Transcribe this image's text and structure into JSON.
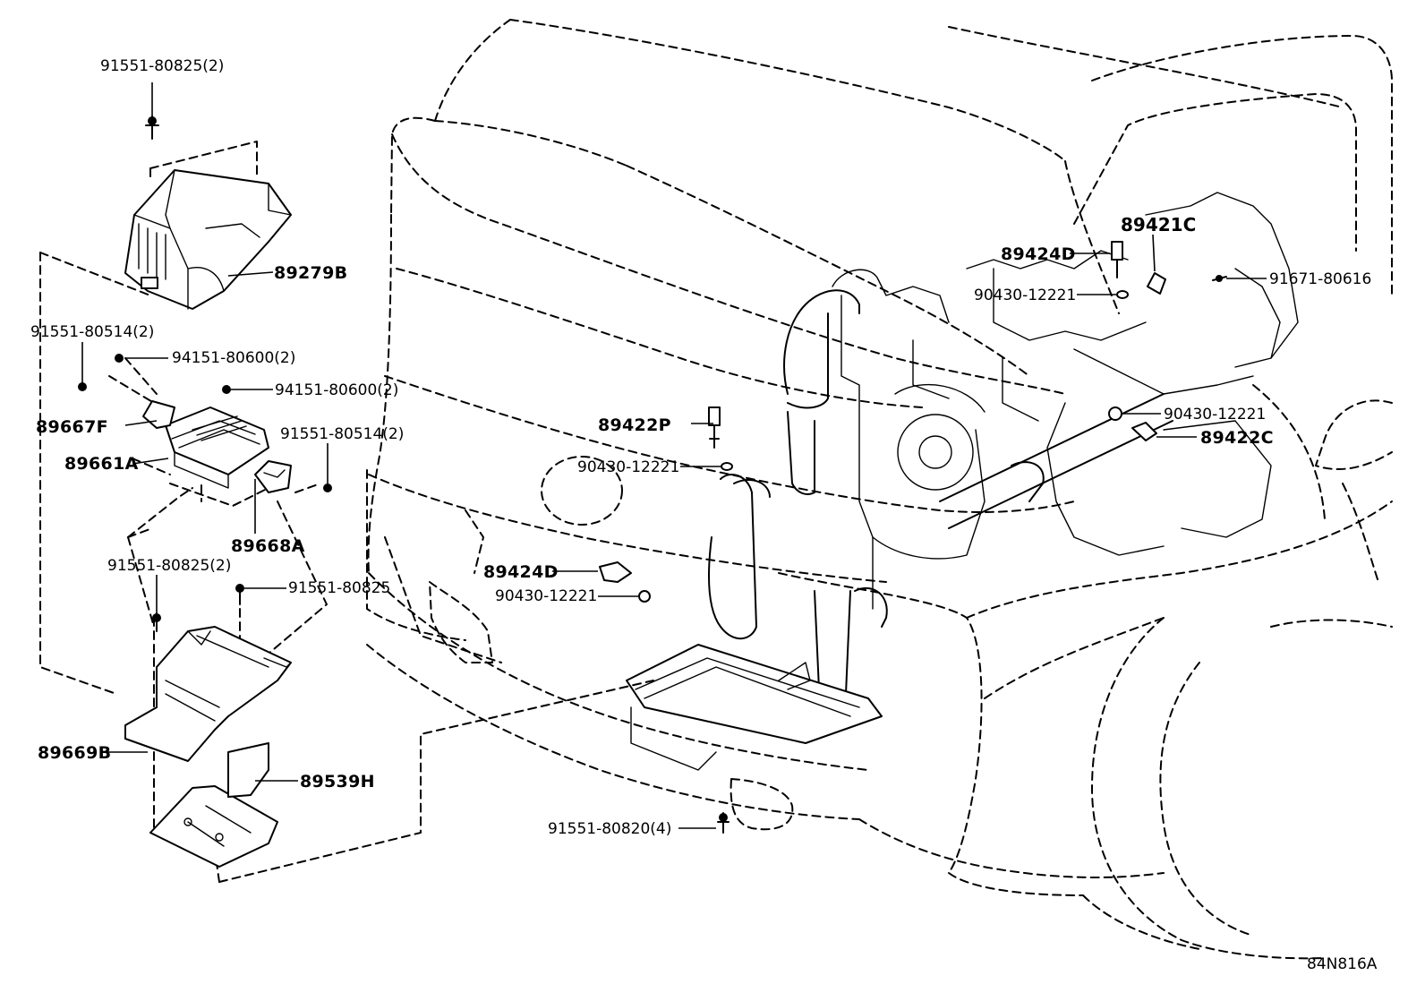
{
  "diagram_id": "84N816A",
  "callouts": {
    "c_91551_80825_2_top": "91551-80825(2)",
    "c_89279B": "89279B",
    "c_91551_80514_2_left": "91551-80514(2)",
    "c_94151_80600_2_a": "94151-80600(2)",
    "c_94151_80600_2_b": "94151-80600(2)",
    "c_89667F": "89667F",
    "c_91551_80514_2_right": "91551-80514(2)",
    "c_89661A": "89661A",
    "c_89668A": "89668A",
    "c_91551_80825_2_mid": "91551-80825(2)",
    "c_91551_80825": "91551-80825",
    "c_89669B": "89669B",
    "c_89539H": "89539H",
    "c_89422P": "89422P",
    "c_90430_12221_a": "90430-12221",
    "c_89424D_low": "89424D",
    "c_90430_12221_b": "90430-12221",
    "c_91551_80820_4": "91551-80820(4)",
    "c_89421C": "89421C",
    "c_89424D_top": "89424D",
    "c_91671_80616": "91671-80616",
    "c_90430_12221_c": "90430-12221",
    "c_90430_12221_d": "90430-12221",
    "c_89422C": "89422C"
  }
}
